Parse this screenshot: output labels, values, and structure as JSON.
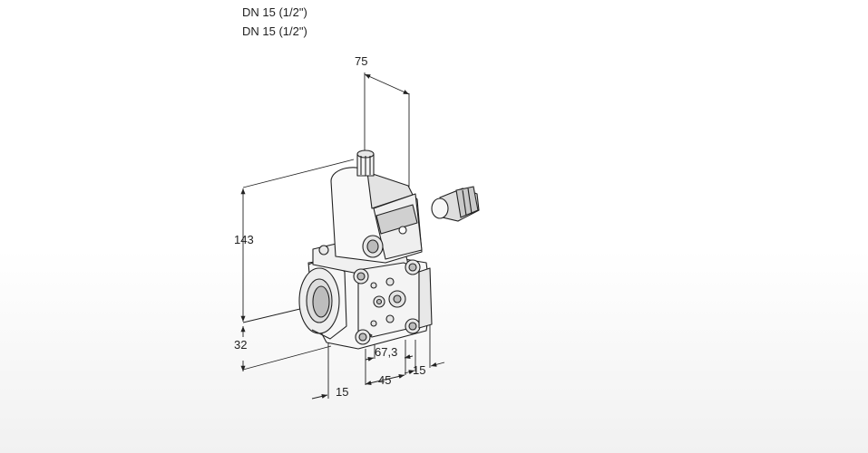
{
  "titles": [
    "DN 15 (1/2\")",
    "DN 15 (1/2\")"
  ],
  "dimensions": {
    "top_width": "75",
    "height": "143",
    "base_height": "32",
    "left_offset": "15",
    "body_width": "45",
    "right_offset": "15",
    "port_spacing": "67,3"
  },
  "colors": {
    "line": "#222222",
    "body_fill": "#f7f7f7",
    "shade": "#d9d9d9"
  }
}
